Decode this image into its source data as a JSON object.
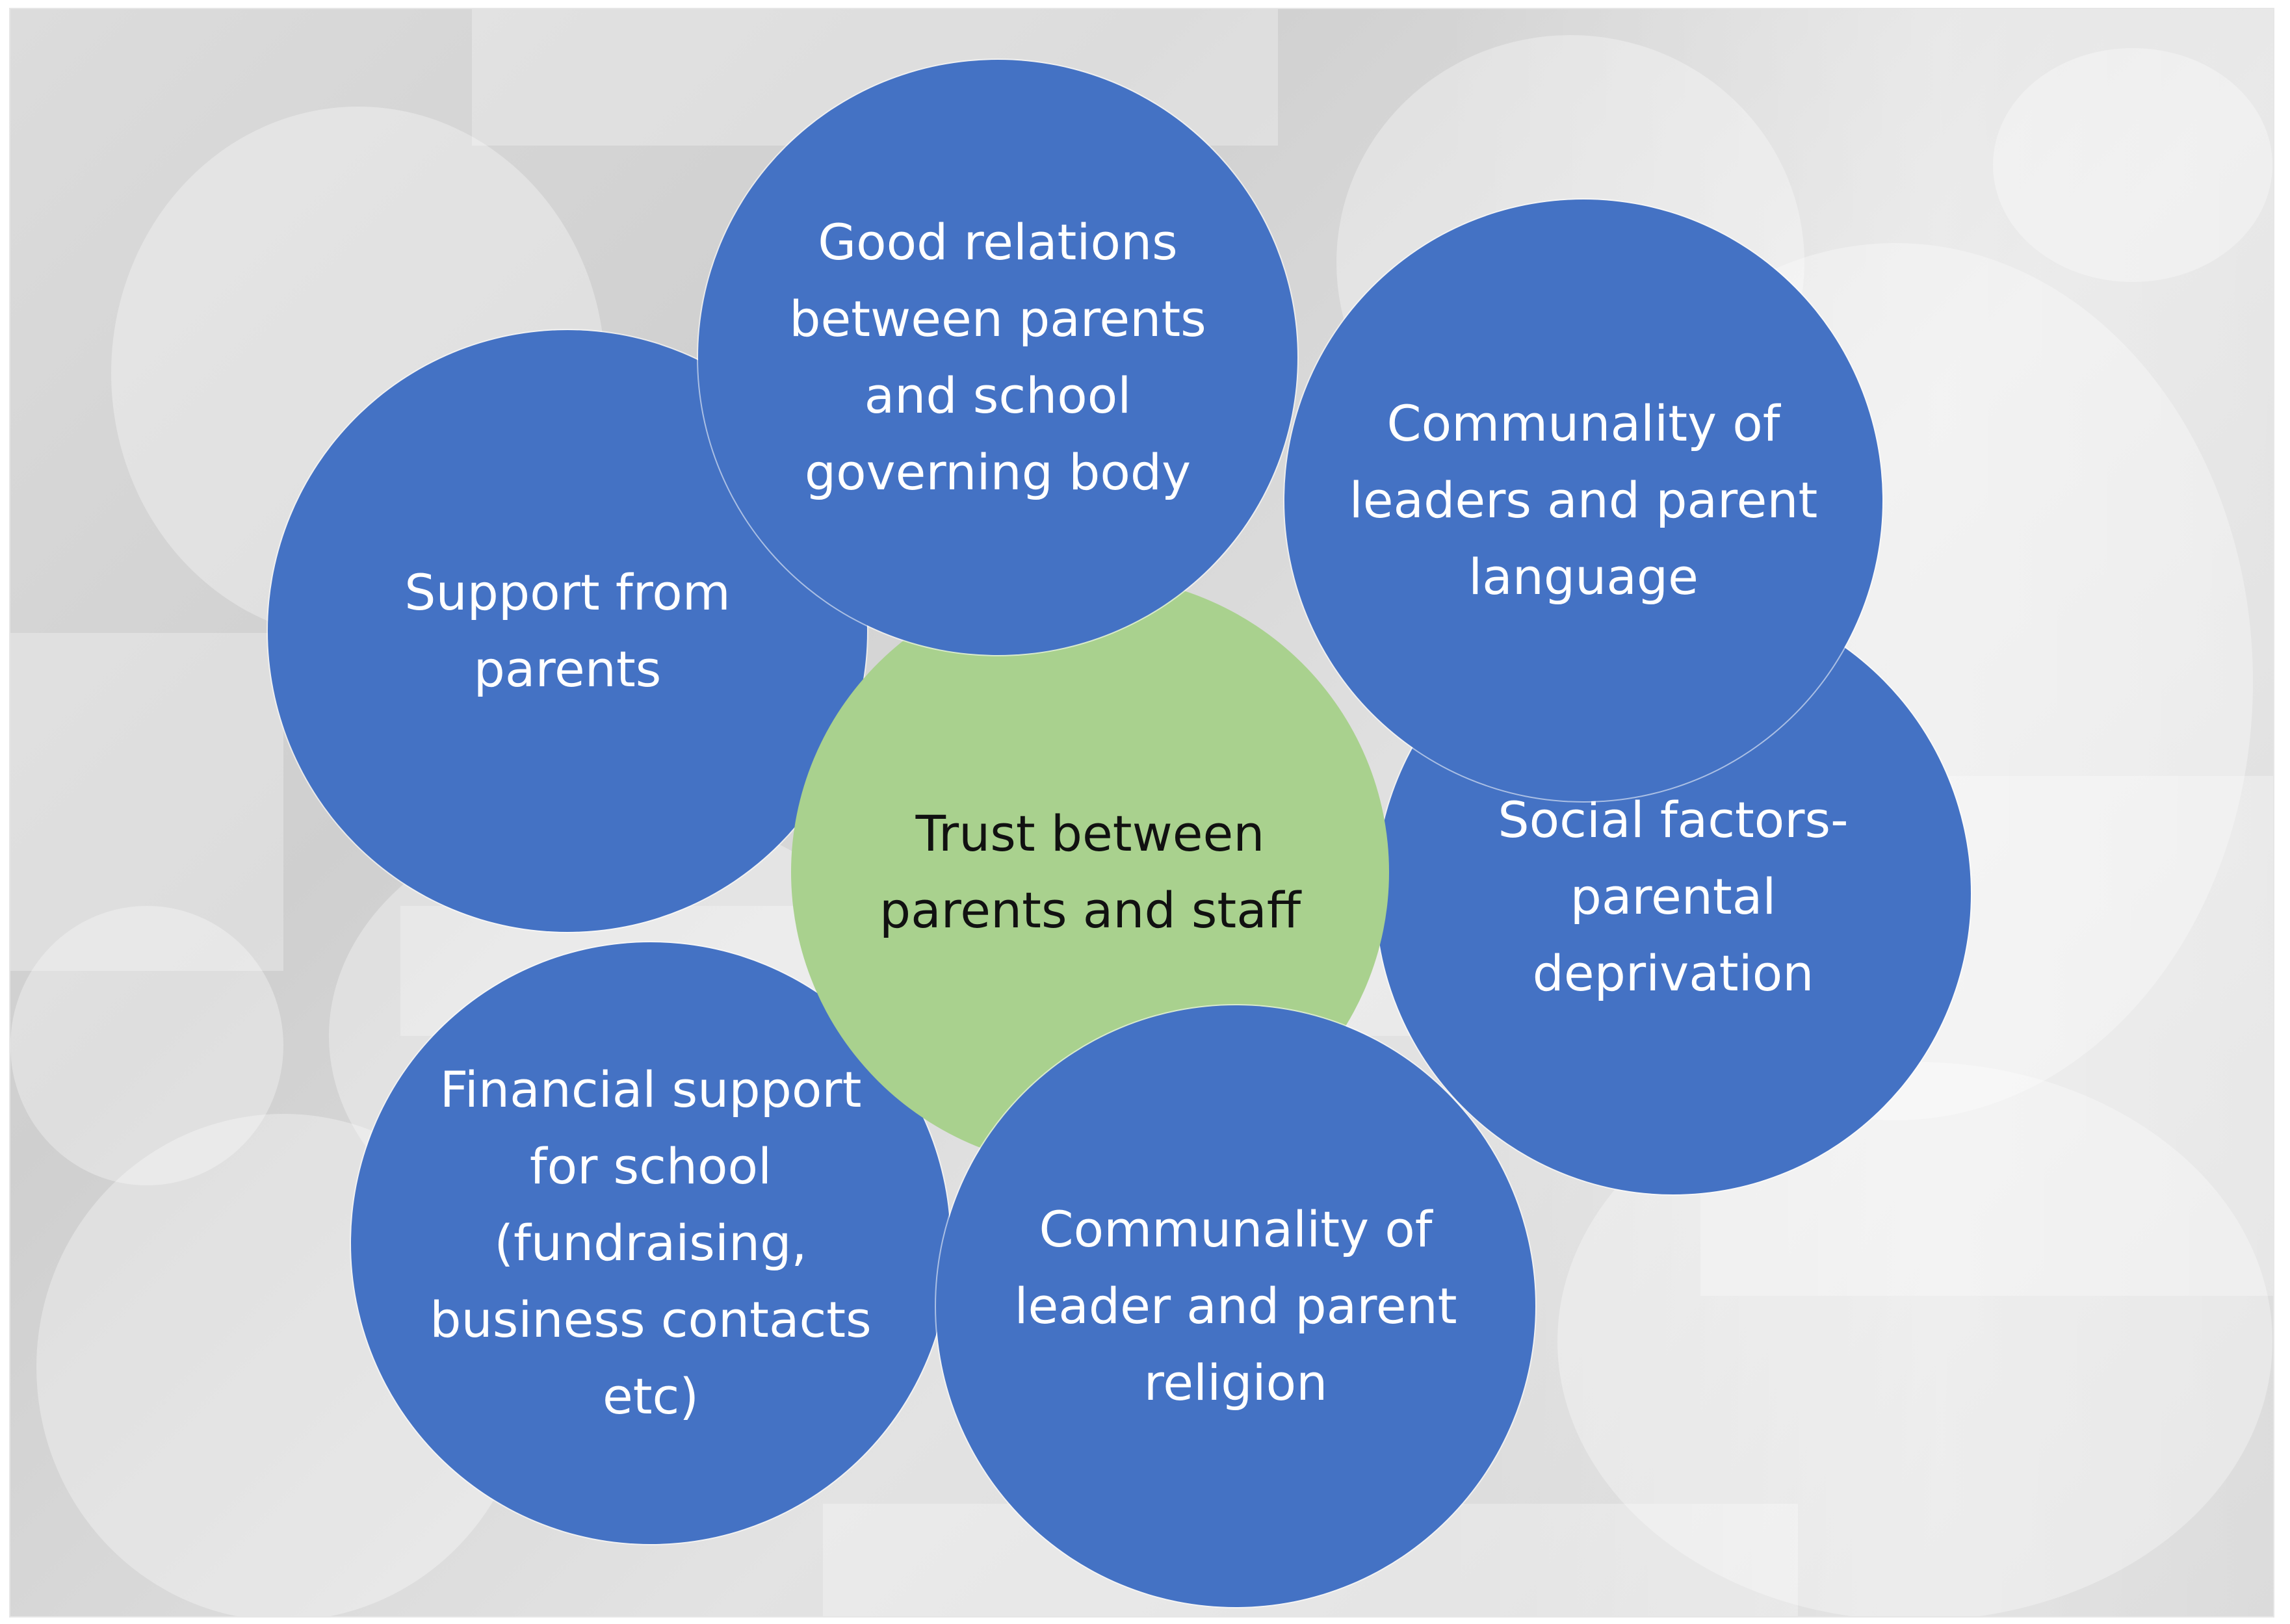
{
  "diagram": {
    "center": {
      "text": "Trust between\nparents and staff",
      "color": "#a9d18e"
    },
    "factor_color": "#4472c4",
    "factors": [
      {
        "id": "support-from-parents",
        "text": "Support from\nparents"
      },
      {
        "id": "good-relations",
        "text": "Good relations\nbetween parents\nand school\ngoverning body"
      },
      {
        "id": "communality-language",
        "text": "Communality of\nleaders and parent\nlanguage"
      },
      {
        "id": "social-factors",
        "text": "Social factors-\nparental\ndeprivation"
      },
      {
        "id": "communality-religion",
        "text": "Communality of\nleader and parent\nreligion"
      },
      {
        "id": "financial-support",
        "text": "Financial support\nfor school\n(fundraising,\nbusiness contacts\netc)"
      }
    ]
  }
}
